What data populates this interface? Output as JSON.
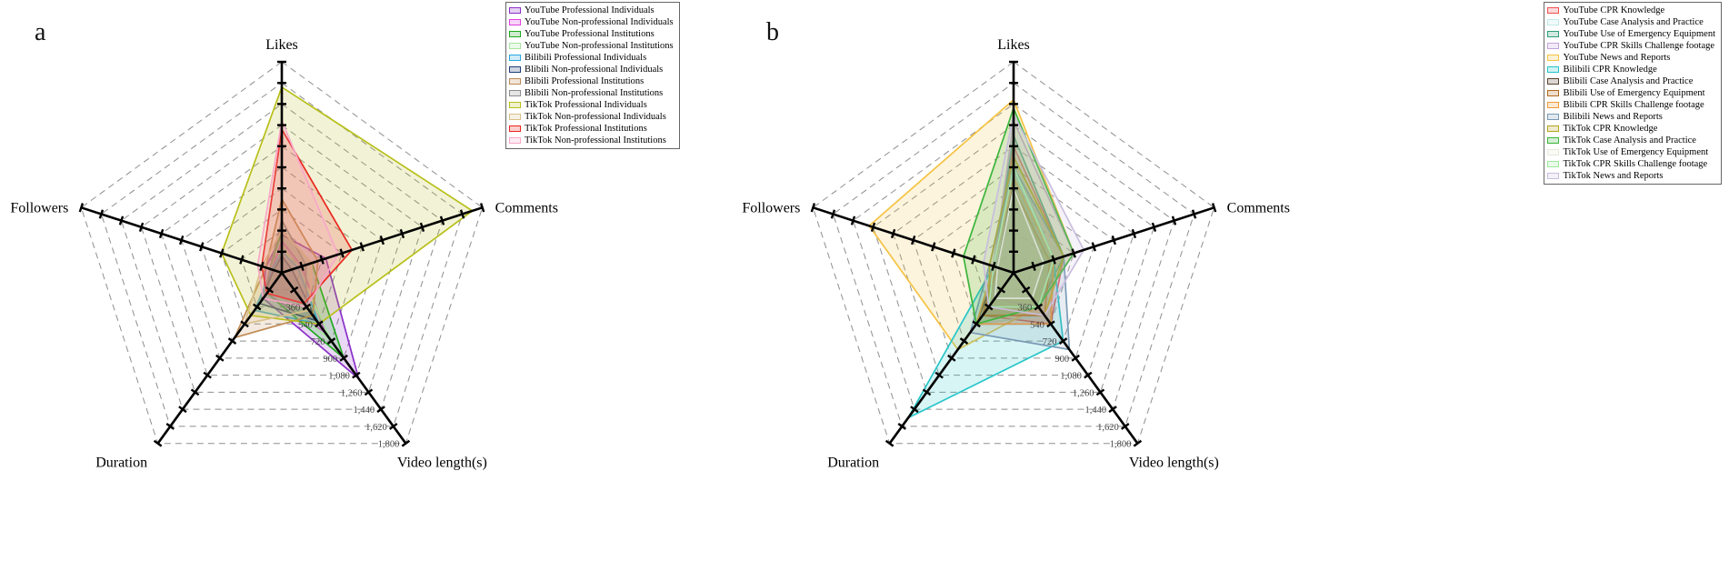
{
  "figure": {
    "background": "#ffffff",
    "panels": [
      {
        "label": "a"
      },
      {
        "label": "b"
      }
    ]
  },
  "chart_data": [
    {
      "type": "radar",
      "panel_label": "a",
      "axes": [
        "Likes",
        "Comments",
        "Video length(s)",
        "Duration",
        "Followers"
      ],
      "axis_levels": 10,
      "grid": "dashed-web",
      "legend_position": "top-right",
      "tick_labels": {
        "axis": "Video length(s)",
        "start_level": 2,
        "labels": [
          "360",
          "540",
          "720",
          "900",
          "1,080",
          "1,260",
          "1,440",
          "1,620",
          "1,800"
        ]
      },
      "value_note": "values are fraction of axis length (0-1), axis order: Likes, Comments, Video length(s), Duration, Followers",
      "series": [
        {
          "name": "YouTube Professional Individuals",
          "color": "#8b2fc9",
          "values": [
            0.18,
            0.22,
            0.62,
            0.15,
            0.08
          ]
        },
        {
          "name": "YouTube Non-professional Individuals",
          "color": "#e040e0",
          "values": [
            0.15,
            0.1,
            0.35,
            0.12,
            0.05
          ]
        },
        {
          "name": "YouTube Professional Institutions",
          "color": "#1faa1f",
          "values": [
            0.2,
            0.15,
            0.5,
            0.12,
            0.06
          ]
        },
        {
          "name": "YouTube Non-professional Institutions",
          "color": "#a8e6a0",
          "values": [
            0.12,
            0.08,
            0.4,
            0.1,
            0.04
          ]
        },
        {
          "name": "Bilibili Professional Individuals",
          "color": "#29a8e0",
          "values": [
            0.1,
            0.08,
            0.3,
            0.22,
            0.05
          ]
        },
        {
          "name": "Blibili Non-professional Individuals",
          "color": "#1f3f77",
          "values": [
            0.08,
            0.05,
            0.28,
            0.18,
            0.04
          ]
        },
        {
          "name": "Blibili Professional Institutions",
          "color": "#c08a53",
          "values": [
            0.35,
            0.18,
            0.25,
            0.38,
            0.08
          ]
        },
        {
          "name": "Blibili Non-professional Institutions",
          "color": "#8c8c8c",
          "values": [
            0.25,
            0.12,
            0.2,
            0.15,
            0.06
          ]
        },
        {
          "name": "TikTok Professional Individuals",
          "color": "#b8bf1a",
          "values": [
            0.88,
            0.95,
            0.3,
            0.25,
            0.3
          ]
        },
        {
          "name": "TikTok Non-professional Individuals",
          "color": "#d9c089",
          "values": [
            0.2,
            0.15,
            0.22,
            0.3,
            0.1
          ]
        },
        {
          "name": "TikTok Professional Institutions",
          "color": "#e8281e",
          "values": [
            0.68,
            0.35,
            0.18,
            0.12,
            0.1
          ]
        },
        {
          "name": "TikTok Non-professional Institutions",
          "color": "#f8a8c8",
          "values": [
            0.72,
            0.28,
            0.2,
            0.15,
            0.12
          ]
        }
      ]
    },
    {
      "type": "radar",
      "panel_label": "b",
      "axes": [
        "Likes",
        "Comments",
        "Video length(s)",
        "Duration",
        "Followers"
      ],
      "axis_levels": 10,
      "grid": "dashed-web",
      "legend_position": "top-right",
      "tick_labels": {
        "axis": "Video length(s)",
        "start_level": 2,
        "labels": [
          "360",
          "540",
          "720",
          "900",
          "1,080",
          "1,260",
          "1,440",
          "1,620",
          "1,800"
        ]
      },
      "value_note": "values are fraction of axis length (0-1), axis order: Likes, Comments, Video length(s), Duration, Followers",
      "series": [
        {
          "name": "YouTube CPR Knowledge",
          "color": "#f05050",
          "values": [
            0.6,
            0.25,
            0.3,
            0.25,
            0.1
          ]
        },
        {
          "name": "YouTube Case Analysis and Practice",
          "color": "#bfeae6",
          "values": [
            0.55,
            0.2,
            0.25,
            0.3,
            0.1
          ]
        },
        {
          "name": "YouTube Use of Emergency Equipment",
          "color": "#2f9e77",
          "values": [
            0.65,
            0.25,
            0.2,
            0.2,
            0.1
          ]
        },
        {
          "name": "YouTube CPR Skills Challenge footage",
          "color": "#c5a3dc",
          "values": [
            0.72,
            0.3,
            0.2,
            0.15,
            0.1
          ]
        },
        {
          "name": "YouTube News and Reports",
          "color": "#f5c242",
          "values": [
            0.82,
            0.3,
            0.2,
            0.45,
            0.72
          ]
        },
        {
          "name": "Bilibili CPR Knowledge",
          "color": "#27c6c9",
          "values": [
            0.5,
            0.2,
            0.4,
            0.85,
            0.1
          ]
        },
        {
          "name": "Blibili Case Analysis and Practice",
          "color": "#5a4632",
          "values": [
            0.45,
            0.2,
            0.3,
            0.3,
            0.08
          ]
        },
        {
          "name": "Blibili Use of Emergency Equipment",
          "color": "#b06a1e",
          "values": [
            0.4,
            0.18,
            0.25,
            0.25,
            0.08
          ]
        },
        {
          "name": "Blibili CPR Skills Challenge footage",
          "color": "#f09a38",
          "values": [
            0.45,
            0.2,
            0.3,
            0.3,
            0.1
          ]
        },
        {
          "name": "Bilibili News and Reports",
          "color": "#7a9ab5",
          "values": [
            0.5,
            0.25,
            0.45,
            0.35,
            0.12
          ]
        },
        {
          "name": "TikTok CPR Knowledge",
          "color": "#b5a41e",
          "values": [
            0.55,
            0.25,
            0.25,
            0.2,
            0.12
          ]
        },
        {
          "name": "TikTok Case Analysis and Practice",
          "color": "#3cb53c",
          "values": [
            0.78,
            0.3,
            0.2,
            0.3,
            0.25
          ]
        },
        {
          "name": "TikTok Use of Emergency Equipment",
          "color": "#e8e8da",
          "values": [
            0.4,
            0.15,
            0.15,
            0.15,
            0.08
          ]
        },
        {
          "name": "TikTok CPR Skills Challenge footage",
          "color": "#9fe89f",
          "values": [
            0.5,
            0.2,
            0.2,
            0.2,
            0.1
          ]
        },
        {
          "name": "TikTok News and Reports",
          "color": "#c9bede",
          "values": [
            0.75,
            0.35,
            0.25,
            0.2,
            0.15
          ]
        }
      ]
    }
  ]
}
